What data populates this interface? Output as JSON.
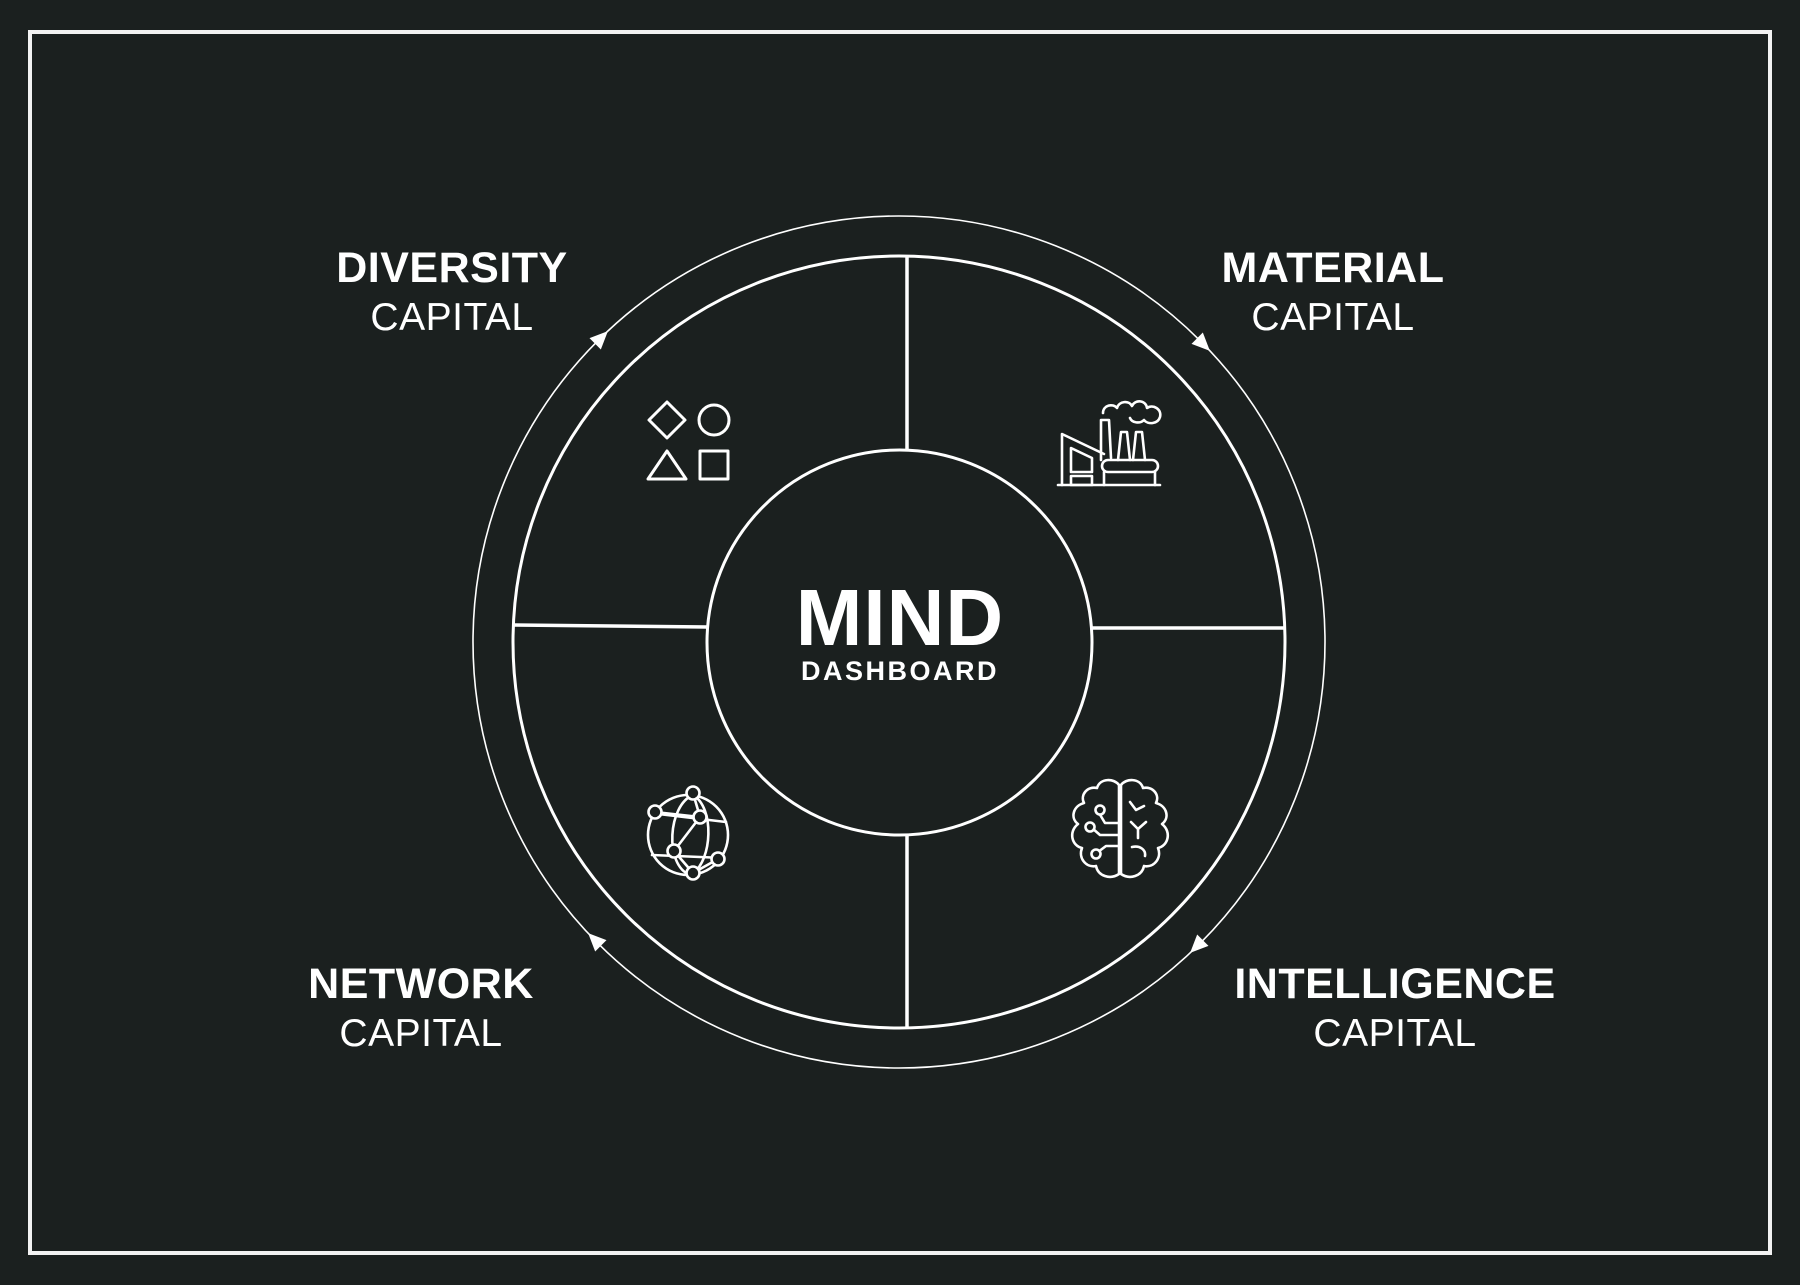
{
  "center": {
    "title": "MIND",
    "subtitle": "DASHBOARD"
  },
  "quadrants": [
    {
      "position": "top-left",
      "title": "DIVERSITY",
      "subtitle": "CAPITAL",
      "icon": "shapes-icon"
    },
    {
      "position": "top-right",
      "title": "MATERIAL",
      "subtitle": "CAPITAL",
      "icon": "factory-icon"
    },
    {
      "position": "bottom-right",
      "title": "INTELLIGENCE",
      "subtitle": "CAPITAL",
      "icon": "brain-circuit-icon"
    },
    {
      "position": "bottom-left",
      "title": "NETWORK",
      "subtitle": "CAPITAL",
      "icon": "network-globe-icon"
    }
  ],
  "cycle_direction": "clockwise",
  "colors": {
    "background": "#1b201f",
    "foreground": "#ffffff"
  }
}
